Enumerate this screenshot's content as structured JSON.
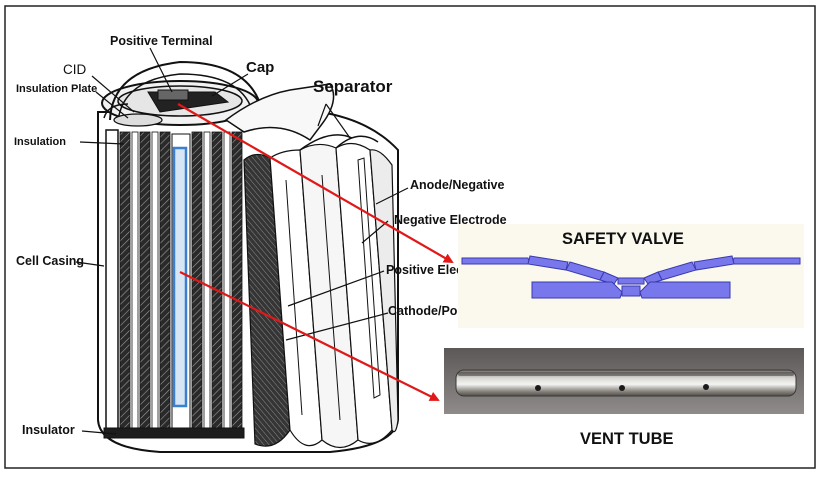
{
  "labels": {
    "positive_terminal": "Positive Terminal",
    "cid": "CID",
    "cap": "Cap",
    "insulation_plate": "Insulation Plate",
    "separator": "Separator",
    "insulation": "Insulation",
    "anode_negative": "Anode/Negative",
    "negative_electrode": "Negative Electrode",
    "cell_casing": "Cell Casing",
    "positive_electrode": "Positive Electrode",
    "cathode_positive": "Cathode/Positive",
    "insulator": "Insulator"
  },
  "insets": {
    "safety_valve_title": "SAFETY VALVE",
    "vent_tube_title": "VENT TUBE"
  },
  "colors": {
    "arrow": "#e01818",
    "valve_fill": "#7878ec",
    "valve_stroke": "#3a3ab0",
    "electrode_highlight": "#3a7fd0",
    "frame": "#222222"
  }
}
